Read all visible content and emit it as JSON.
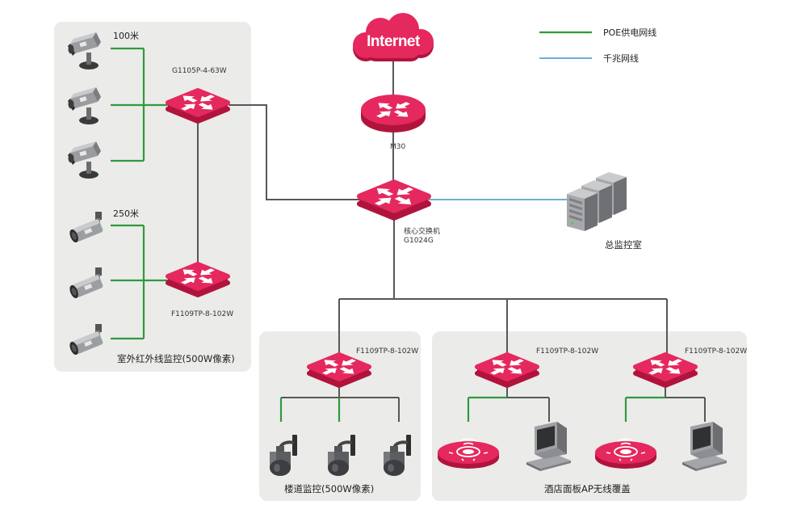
{
  "legend": {
    "poe": {
      "label": "POE供电网线",
      "color": "#2f9a3c"
    },
    "gigabit": {
      "label": "千兆网线",
      "color": "#3c95c7"
    }
  },
  "internet": {
    "label": "Internet"
  },
  "router": {
    "label": "M30"
  },
  "core_switch": {
    "label_line1": "核心交换机",
    "label_line2": "G1024G"
  },
  "control_room": {
    "label": "总监控室"
  },
  "outdoor": {
    "switch_top": "G1105P-4-63W",
    "switch_bottom": "F1109TP-8-102W",
    "distance_top": "100米",
    "distance_bottom": "250米",
    "title": "室外红外线监控(500W像素)"
  },
  "corridor": {
    "switch": "F1109TP-8-102W",
    "title": "楼道监控(500W像素)"
  },
  "hotel": {
    "switch_left": "F1109TP-8-102W",
    "switch_right": "F1109TP-8-102W",
    "title": "酒店面板AP无线覆盖"
  },
  "colors": {
    "device_red": "#e5285d",
    "device_red_dark": "#b0143c",
    "panel_bg": "#ebebe9",
    "wire_grey": "#575757"
  }
}
